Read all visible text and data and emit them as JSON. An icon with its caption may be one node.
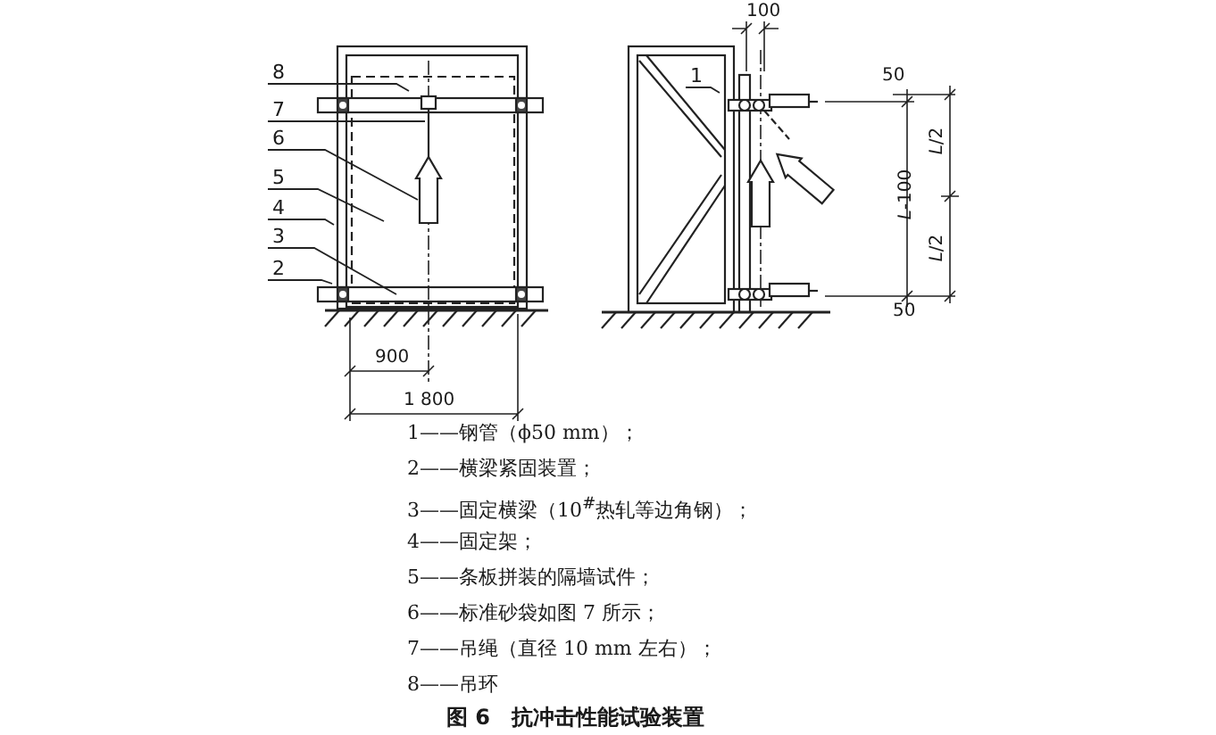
{
  "diagram": {
    "caption": "图 6　抗冲击性能试验装置",
    "nodes": [
      {
        "text": [
          "8"
        ]
      },
      {
        "text": [
          "7"
        ]
      },
      {
        "text": [
          "6"
        ]
      },
      {
        "text": [
          "5"
        ]
      },
      {
        "text": [
          "4"
        ]
      },
      {
        "text": [
          "3"
        ]
      },
      {
        "text": [
          "2"
        ]
      },
      {
        "text": [
          "1"
        ]
      }
    ],
    "edges": [
      {
        "from": 0,
        "to": null,
        "arrow": "none"
      },
      {
        "from": 1,
        "to": null,
        "arrow": "none"
      },
      {
        "from": 2,
        "to": null,
        "arrow": "none"
      },
      {
        "from": 3,
        "to": null,
        "arrow": "none"
      },
      {
        "from": 4,
        "to": null,
        "arrow": "none"
      },
      {
        "from": 5,
        "to": null,
        "arrow": "none"
      },
      {
        "from": 6,
        "to": null,
        "arrow": "none"
      },
      {
        "from": 7,
        "to": null,
        "arrow": "none"
      }
    ],
    "labels": [
      "100",
      "50",
      "*L*/2",
      "*L*-100",
      "*L*/2",
      "50",
      "900",
      "1 800",
      "1——钢管（ϕ50 mm）；",
      "2——横梁紧固装置；",
      "3——固定横梁（10$^{#}$热轧等边角钢）；",
      "4——固定架；",
      "5——条板拼装的隔墙试件；",
      "6——标准砂袋如图 7 所示；",
      "7——吊绳（直径 10 mm 左右）；",
      "8——吊环"
    ]
  }
}
